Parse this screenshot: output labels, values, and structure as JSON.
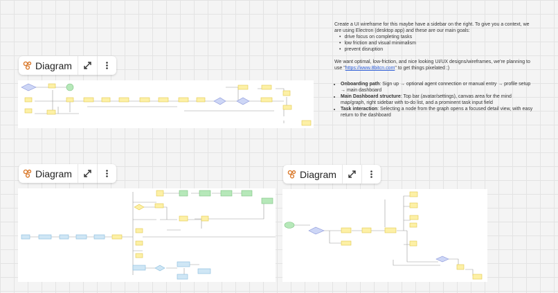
{
  "diagram_label": "Diagram",
  "icons": {
    "diagram": "diagram-icon",
    "expand": "expand-icon",
    "more": "more-vertical-icon"
  },
  "colors": {
    "canvas": "#f4f4f4",
    "node_yellow": "#fdf0a6",
    "node_yellow_border": "#e2c84c",
    "node_green": "#b6e8b9",
    "node_blue": "#cfe6f5",
    "decision": "#cdd6f6",
    "diagram_icon": "#d9792b",
    "link": "#2a5bd7"
  },
  "note": {
    "intro": "Create a UI wireframe for this maybe have a sidebar on the right. To give you a context, we are using Electron (desktop app) and these are our main goals:",
    "goals": [
      "drive focus on completing tasks",
      "low friction and visual minimalism",
      "prevent disruption"
    ],
    "wants_before": "We want optimal, low-friction, and nice looking UI/UX designs/wireframes, we're planning to use \"",
    "link": "https://www.8bitcn.com",
    "wants_after": "\" to get things pixelated :)",
    "points": [
      {
        "title": "Onboarding path",
        "text": ": Sign up → optional agent connection or manual entry → profile setup → main dashboard"
      },
      {
        "title": "Main Dashboard structure",
        "text": ": Top bar (avatar/settings), canvas area for the mind map/graph, right sidebar with to-do list, and a prominent task input field"
      },
      {
        "title": "Task interaction",
        "text": ": Selecting a node from the graph opens a focused detail view, with easy return to the dashboard"
      }
    ]
  }
}
